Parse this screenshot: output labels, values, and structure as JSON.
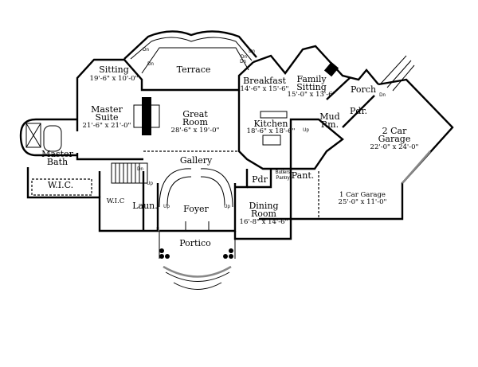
{
  "rooms": {
    "terrace": {
      "name": "Terrace"
    },
    "sitting": {
      "name": "Sitting",
      "dims": "19'-6\" x 10'-0\""
    },
    "master_suite": {
      "name1": "Master",
      "name2": "Suite",
      "dims": "21'-6\" x 21'-0\""
    },
    "great_room": {
      "name1": "Great",
      "name2": "Room",
      "dims": "28'-6\" x 19'-0\""
    },
    "breakfast": {
      "name": "Breakfast",
      "dims": "14'-6\" x 15'-6\""
    },
    "family_sitting": {
      "name1": "Family",
      "name2": "Sitting",
      "dims": "15'-0\" x 13'-6\""
    },
    "porch": {
      "name": "Porch"
    },
    "kitchen": {
      "name": "Kitchen",
      "dims": "18'-6\" x 18'-6\""
    },
    "mud_room": {
      "name1": "Mud",
      "name2": "Rm."
    },
    "powder_upper": {
      "name": "Pdr."
    },
    "two_car_garage": {
      "name1": "2 Car",
      "name2": "Garage",
      "dims": "22'-0\" x 24'-0\""
    },
    "master_bath": {
      "name1": "Master",
      "name2": "Bath"
    },
    "gallery": {
      "name": "Gallery"
    },
    "wic_master": {
      "name": "W.I.C."
    },
    "wic_small": {
      "name": "W.I.C"
    },
    "laundry": {
      "name": "Laun."
    },
    "foyer": {
      "name": "Foyer"
    },
    "powder_lower": {
      "name": "Pdr"
    },
    "butlers_pantry": {
      "name1": "Butlers",
      "name2": "Pantry"
    },
    "pantry": {
      "name": "Pant."
    },
    "dining_room": {
      "name1": "Dining",
      "name2": "Room",
      "dims": "16'-8\" x 14'-6\""
    },
    "one_car_garage": {
      "name": "1 Car Garage",
      "dims": "25'-0\" x 11'-0\""
    },
    "portico": {
      "name": "Portico"
    }
  },
  "stair_labels": {
    "up": "Up",
    "down": "Dn"
  }
}
